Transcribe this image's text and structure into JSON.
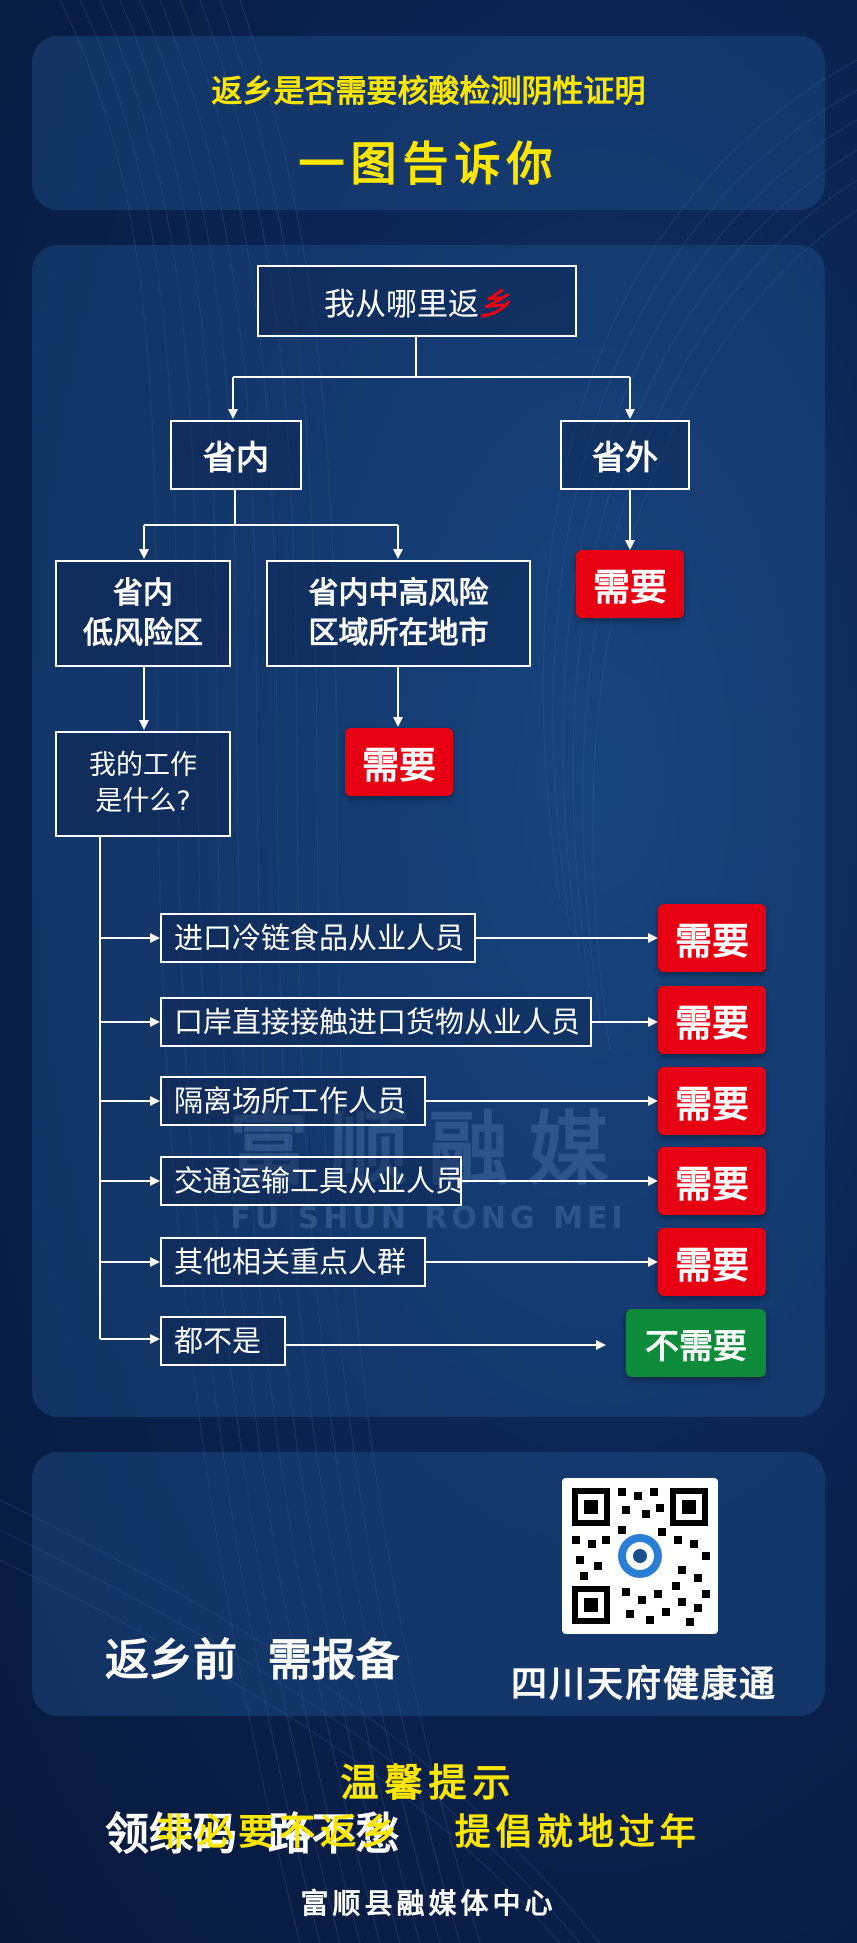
{
  "header": {
    "title": "返乡是否需要核酸检测阴性证明",
    "subtitle": "一图告诉你"
  },
  "flow": {
    "root_prefix": "我从哪里返",
    "root_highlight": "乡",
    "in_province": "省内",
    "out_province": "省外",
    "low_risk_line1": "省内",
    "low_risk_line2": "低风险区",
    "mid_high_line1": "省内中高风险",
    "mid_high_line2": "区域所在地市",
    "job_question_line1": "我的工作",
    "job_question_line2": "是什么?",
    "need": "需要",
    "no_need": "不需要",
    "jobs": [
      "进口冷链食品从业人员",
      "口岸直接接触进口货物从业人员",
      "隔离场所工作人员",
      "交通运输工具从业人员",
      "其他相关重点人群",
      "都不是"
    ]
  },
  "watermark": {
    "cn": "富顺融媒",
    "en": "FU SHUN RONG MEI"
  },
  "promo": {
    "line1": "返乡前  需报备",
    "line2": "领绿码  路不愁",
    "qr_caption": "四川天府健康通"
  },
  "footer": {
    "tip_title": "温馨提示",
    "tip_text": "非必要不返乡   提倡就地过年",
    "org": "富顺县融媒体中心"
  },
  "colors": {
    "background": "#0b2452",
    "title_yellow": "#ffe600",
    "need_red": "#e60012",
    "no_need_green": "#0e8b3a"
  }
}
